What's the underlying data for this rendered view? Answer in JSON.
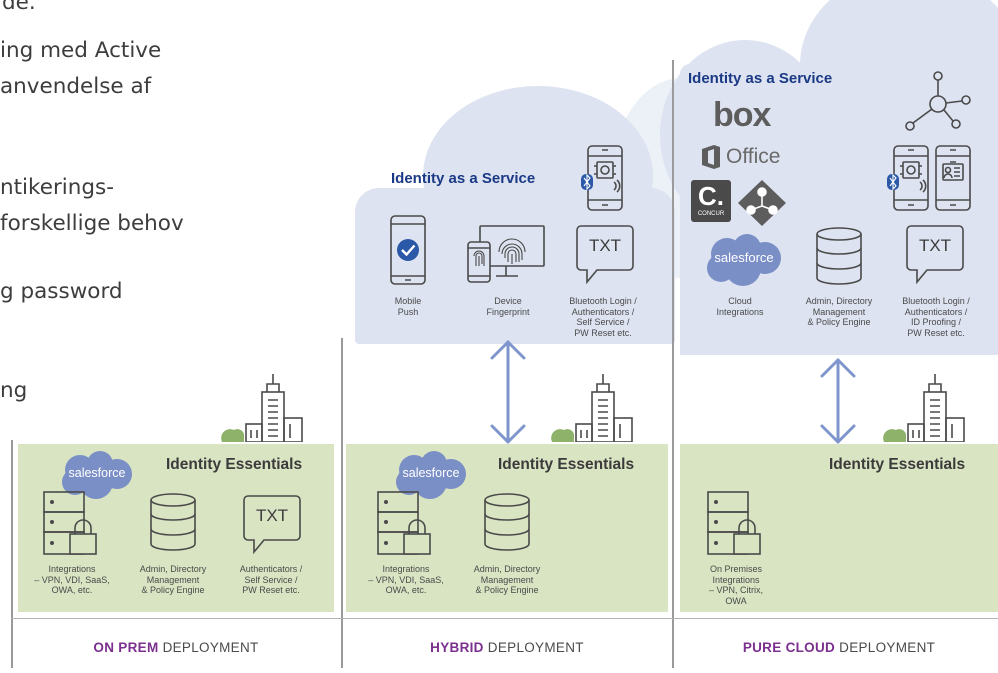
{
  "bullets": [
    "de.",
    "ing med Active",
    "anvendelse af",
    "ntikerings-",
    "forskellige behov",
    "g password",
    "ng"
  ],
  "panels": {
    "onprem": {
      "title": "Identity Essentials",
      "deployment_bold": "ON PREM",
      "deployment_rest": " DEPLOYMENT",
      "captions": {
        "integrations": [
          "Integrations",
          "– VPN, VDI, SaaS,",
          "OWA, etc."
        ],
        "admin": [
          "Admin, Directory",
          "Management",
          "& Policy Engine"
        ],
        "auth": [
          "Authenticators /",
          "Self Service /",
          "PW Reset etc."
        ]
      }
    },
    "hybrid": {
      "title": "Identity Essentials",
      "deployment_bold": "HYBRID",
      "deployment_rest": " DEPLOYMENT",
      "captions": {
        "integrations": [
          "Integrations",
          "– VPN, VDI, SaaS,",
          "OWA, etc."
        ],
        "admin": [
          "Admin, Directory",
          "Management",
          "& Policy Engine"
        ]
      }
    },
    "cloud": {
      "title": "Identity Essentials",
      "deployment_bold": "PURE CLOUD",
      "deployment_rest": " DEPLOYMENT",
      "captions": {
        "onprem": [
          "On Premises",
          "Integrations",
          "– VPN, Citrix,",
          "OWA"
        ]
      }
    }
  },
  "hybrid_cloud": {
    "title": "Identity as a Service",
    "captions": {
      "push": [
        "Mobile",
        "Push"
      ],
      "fingerprint": [
        "Device",
        "Fingerprint"
      ],
      "bluetooth": [
        "Bluetooth Login /",
        "Authenticators /",
        "Self Service /",
        "PW Reset etc."
      ]
    }
  },
  "pure_cloud": {
    "title": "Identity as a Service",
    "captions": {
      "cloud": [
        "Cloud",
        "Integrations"
      ],
      "admin": [
        "Admin, Directory",
        "Management",
        "& Policy Engine"
      ],
      "bluetooth": [
        "Bluetooth Login /",
        "Authenticators /",
        "ID Proofing /",
        "PW Reset etc."
      ]
    }
  },
  "logos": {
    "salesforce": "salesforce",
    "box": "box",
    "office": "Office",
    "concur": "CONCUR",
    "concur_mark": "C."
  },
  "txt_label": "TXT",
  "colors": {
    "panel_green": "#d9e4c3",
    "cloud_blue": "#dde3f1",
    "title_blue": "#1b3a86",
    "deploy_purple": "#7b2f8e",
    "arrow_blue": "#7f95cd",
    "salesforce_blue": "#7b8fc7",
    "building_green": "#8eb26a"
  }
}
